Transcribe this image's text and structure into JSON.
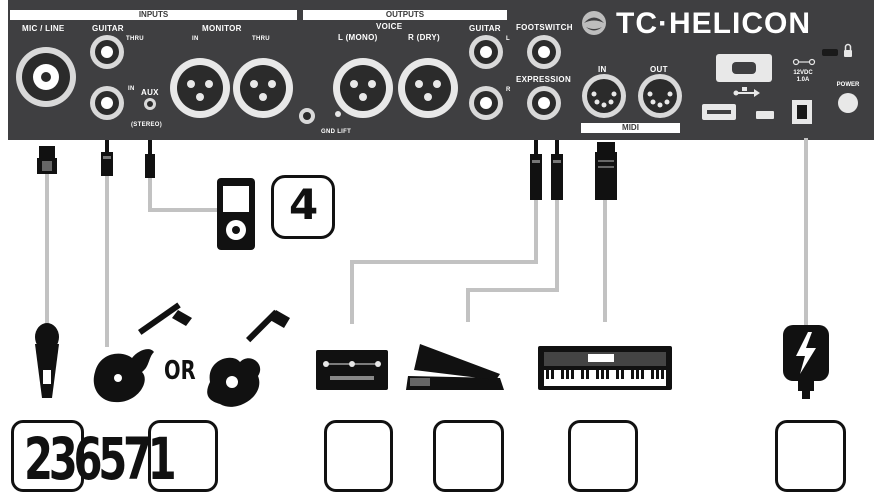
{
  "panel": {
    "sections": {
      "inputs": "INPUTS",
      "outputs": "OUTPUTS",
      "midi": "MIDI"
    },
    "labels": {
      "mic_line": "MIC / LINE",
      "guitar_in": "GUITAR",
      "thru_1": "THRU",
      "in_1": "IN",
      "aux": "AUX",
      "stereo": "(STEREO)",
      "monitor": "MONITOR",
      "monitor_in": "IN",
      "monitor_thru": "THRU",
      "voice": "VOICE",
      "l_mono": "L (MONO)",
      "r_dry": "R (DRY)",
      "gnd_lift": "GND LIFT",
      "guitar_out": "GUITAR",
      "out_l": "L",
      "out_r": "R",
      "footswitch": "FOOTSWITCH",
      "expression": "EXPRESSION",
      "midi_in": "IN",
      "midi_out": "OUT",
      "power_spec": "12VDC\n1.0A",
      "power": "POWER"
    },
    "brand": "TC·HELICON"
  },
  "diagram": {
    "callout_aux": "4",
    "or_text": "OR",
    "overlay_number": "236571"
  },
  "colors": {
    "panel": "#3f3f41",
    "cable": "#c2c2c2",
    "ink": "#111111"
  }
}
